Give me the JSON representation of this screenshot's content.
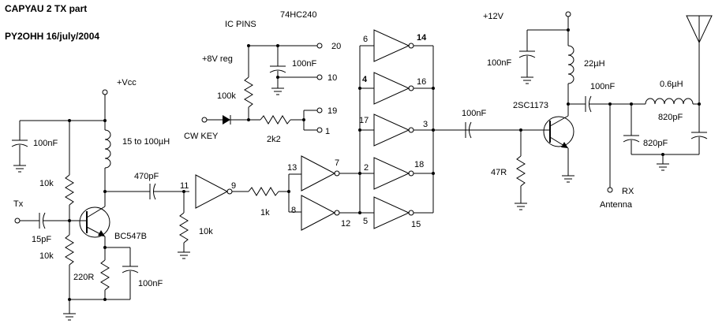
{
  "title": "CAPYAU 2 TX part",
  "author": "PY2OHH 16/july/2004",
  "ic_pins_label": "IC PINS",
  "ic_label": "74HC240",
  "pin_20": "20",
  "pin_10": "10",
  "pin_19": "19",
  "pin_1": "1",
  "reg_label": "+8V reg",
  "c_reg": "100nF",
  "r_100k": "100k",
  "cw_key": "CW KEY",
  "r_2k2": "2k2",
  "vcc": "+Vcc",
  "c_vcc": "100nF",
  "l_choke": "15 to 100µH",
  "r_10k_top": "10k",
  "tx": "Tx",
  "c_15p": "15pF",
  "r_10k_bot": "10k",
  "q1": "BC547B",
  "r_220": "220R",
  "c_emit": "100nF",
  "c_470p": "470pF",
  "r_10k_in": "10k",
  "r_1k": "1k",
  "n_11": "11",
  "n_9": "9",
  "n_13": "13",
  "n_7": "7",
  "n_8": "8",
  "n_12": "12",
  "n_6": "6",
  "n_14": "14",
  "n_4": "4",
  "n_16": "16",
  "n_17": "17",
  "n_3": "3",
  "n_2": "2",
  "n_18": "18",
  "n_5": "5",
  "n_15": "15",
  "c_out": "100nF",
  "r_47": "47R",
  "q2": "2SC1173",
  "v12": "+12V",
  "c_12v": "100nF",
  "l_22": "22µH",
  "c_100n_out": "100nF",
  "l_06": "0.6µH",
  "c_820_a": "820pF",
  "c_820_b": "820pF",
  "rx": "RX",
  "antenna": "Antenna"
}
